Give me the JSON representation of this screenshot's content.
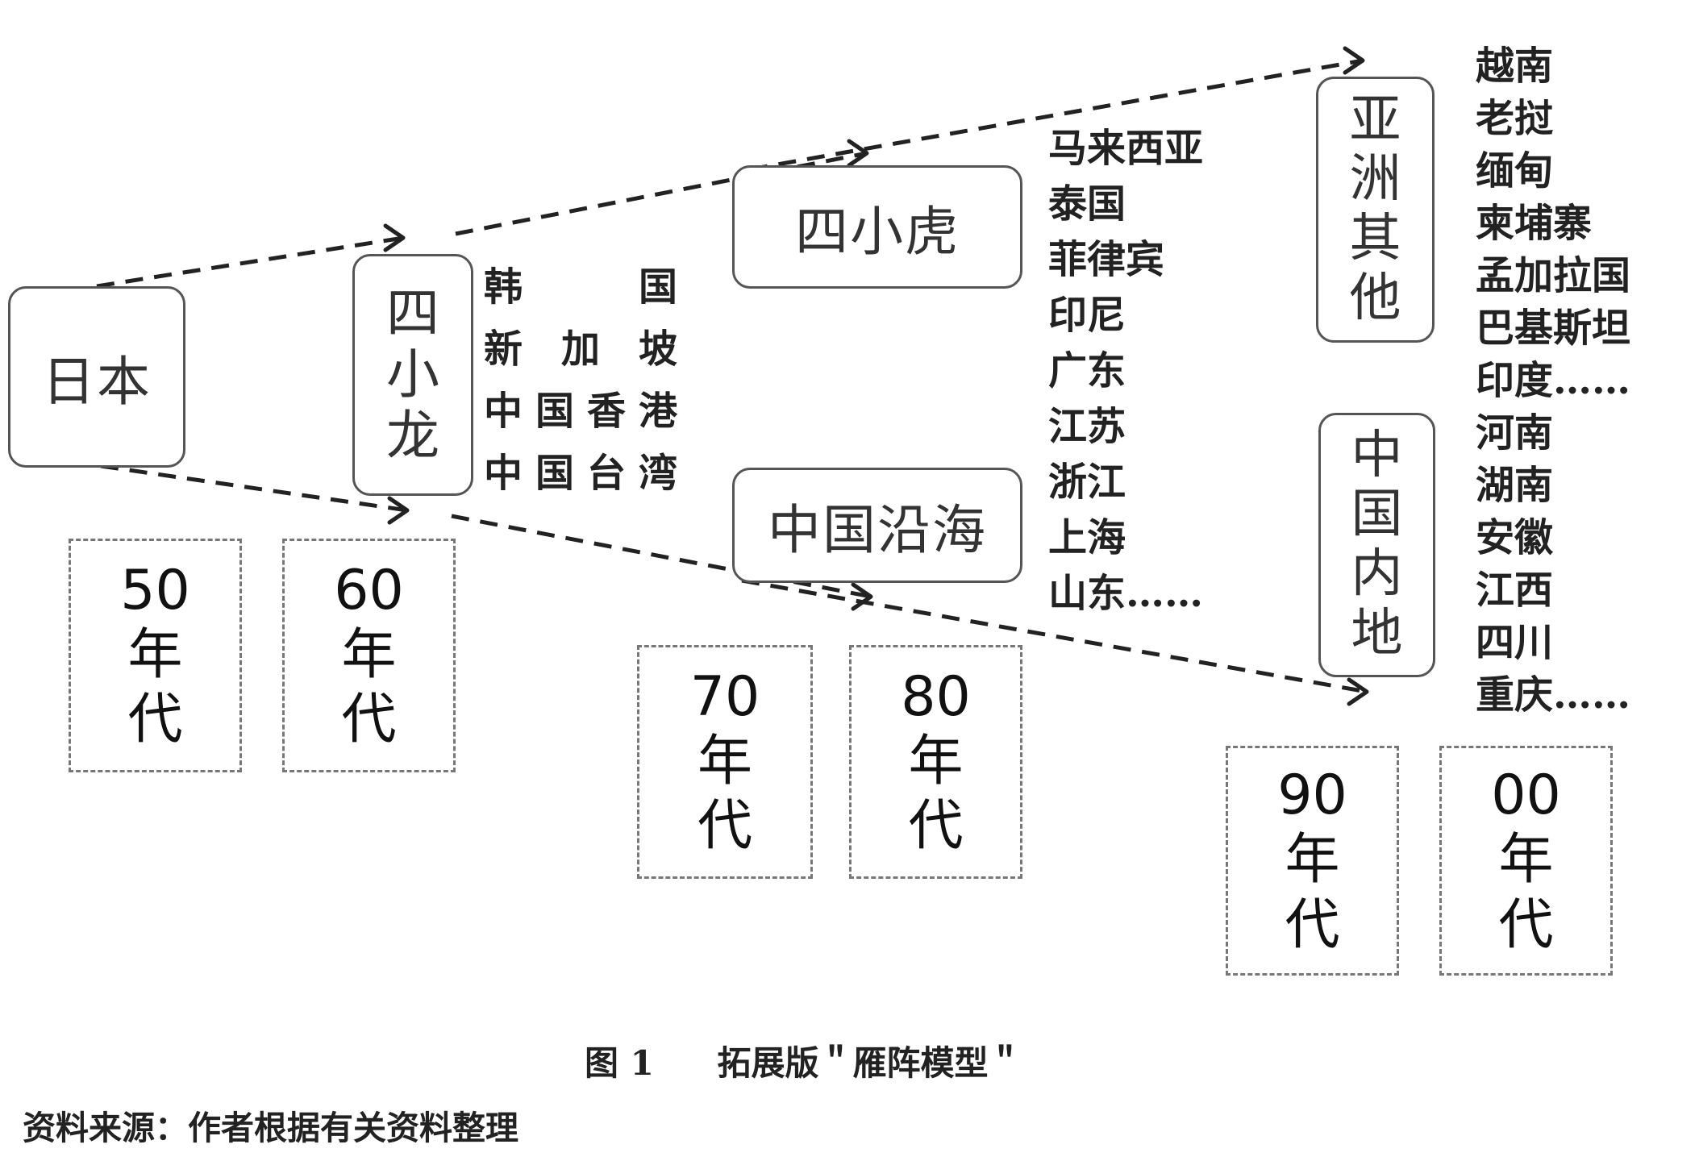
{
  "nodes": {
    "japan": "日本",
    "four_dragons": "四小龙",
    "four_tigers": "四小虎",
    "china_coast": "中国沿海",
    "other_asia": "亚洲其他",
    "china_inland": "中国内地"
  },
  "decades": [
    {
      "num": "50",
      "nian": "年",
      "dai": "代"
    },
    {
      "num": "60",
      "nian": "年",
      "dai": "代"
    },
    {
      "num": "70",
      "nian": "年",
      "dai": "代"
    },
    {
      "num": "80",
      "nian": "年",
      "dai": "代"
    },
    {
      "num": "90",
      "nian": "年",
      "dai": "代"
    },
    {
      "num": "00",
      "nian": "年",
      "dai": "代"
    }
  ],
  "lists": {
    "dragons": [
      "韩国",
      "新加坡",
      "中国香港",
      "中国台湾"
    ],
    "tigers_coast": [
      "马来西亚",
      "泰国",
      "菲律宾",
      "印尼",
      "广东",
      "江苏",
      "浙江",
      "上海",
      "山东……"
    ],
    "asia_inland": [
      "越南",
      "老挝",
      "缅甸",
      "柬埔寨",
      "孟加拉国",
      "巴基斯坦",
      "印度……",
      "河南",
      "湖南",
      "安徽",
      "江西",
      "四川",
      "重庆……"
    ]
  },
  "caption": {
    "figure_num": "图 1",
    "title": "拓展版＂雁阵模型＂",
    "source": "资料来源：作者根据有关资料整理"
  },
  "colors": {
    "line": "#222222",
    "box_border": "#555555",
    "dashed_border": "#777777"
  }
}
